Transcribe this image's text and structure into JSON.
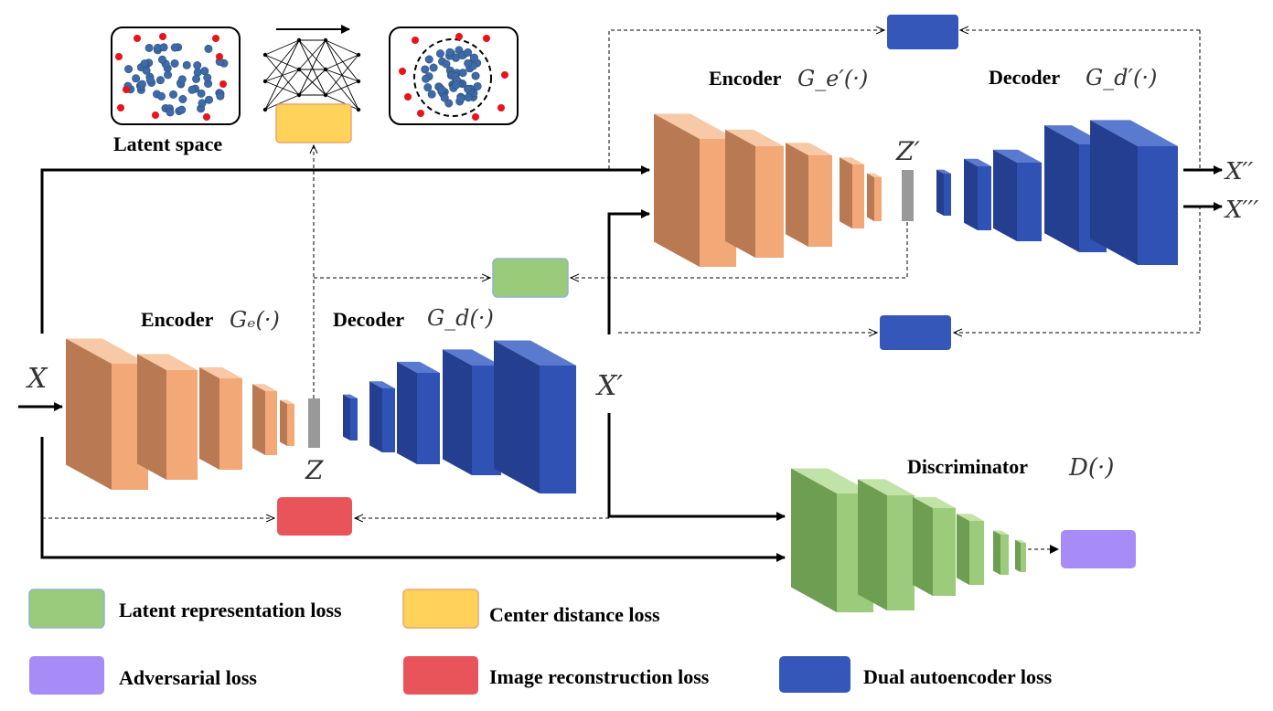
{
  "colors": {
    "encoder_front": "#F2A877",
    "encoder_side": "#B97A53",
    "encoder_top": "#F8C9A6",
    "decoder_front": "#3152B5",
    "decoder_side": "#243F8F",
    "decoder_top": "#5A7AD0",
    "disc_front": "#9CCB7B",
    "disc_side": "#6E9E52",
    "disc_top": "#C2E3A8",
    "latent_loss": "#9ACB7A",
    "center_loss": "#FFD25A",
    "adversarial_loss": "#A78BF7",
    "recon_loss": "#E9545A",
    "dual_loss": "#3557B9",
    "latent_bar": "#999999",
    "dot_blue": "#3E6BA8",
    "dot_red": "#E8141B"
  },
  "labels": {
    "latent_space": "Latent space",
    "encoder1": "Encoder",
    "encoder1_math": "Gₑ(·)",
    "decoder1": "Decoder",
    "decoder1_math": "G_d(·)",
    "encoder2": "Encoder",
    "encoder2_math": "G_e′(·)",
    "decoder2": "Decoder",
    "decoder2_math": "G_d′(·)",
    "discriminator": "Discriminator",
    "discriminator_math": "D(·)",
    "x": "X",
    "x_prime": "X′",
    "x_dprime": "X′′",
    "x_tprime": "X′′′",
    "z": "Z",
    "z_prime": "Z′"
  },
  "legend": [
    {
      "key": "latent",
      "label": "Latent representation loss",
      "color": "#9ACB7A",
      "border": "#8FB6C8"
    },
    {
      "key": "center",
      "label": "Center distance loss",
      "color": "#FFD25A",
      "border": "#E8A870"
    },
    {
      "key": "adversarial",
      "label": "Adversarial loss",
      "color": "#A78BF7",
      "border": "#A78BF7"
    },
    {
      "key": "recon",
      "label": "Image reconstruction loss",
      "color": "#E9545A",
      "border": "#E9545A"
    },
    {
      "key": "dual",
      "label": "Dual autoencoder loss",
      "color": "#3557B9",
      "border": "#3557B9"
    }
  ]
}
